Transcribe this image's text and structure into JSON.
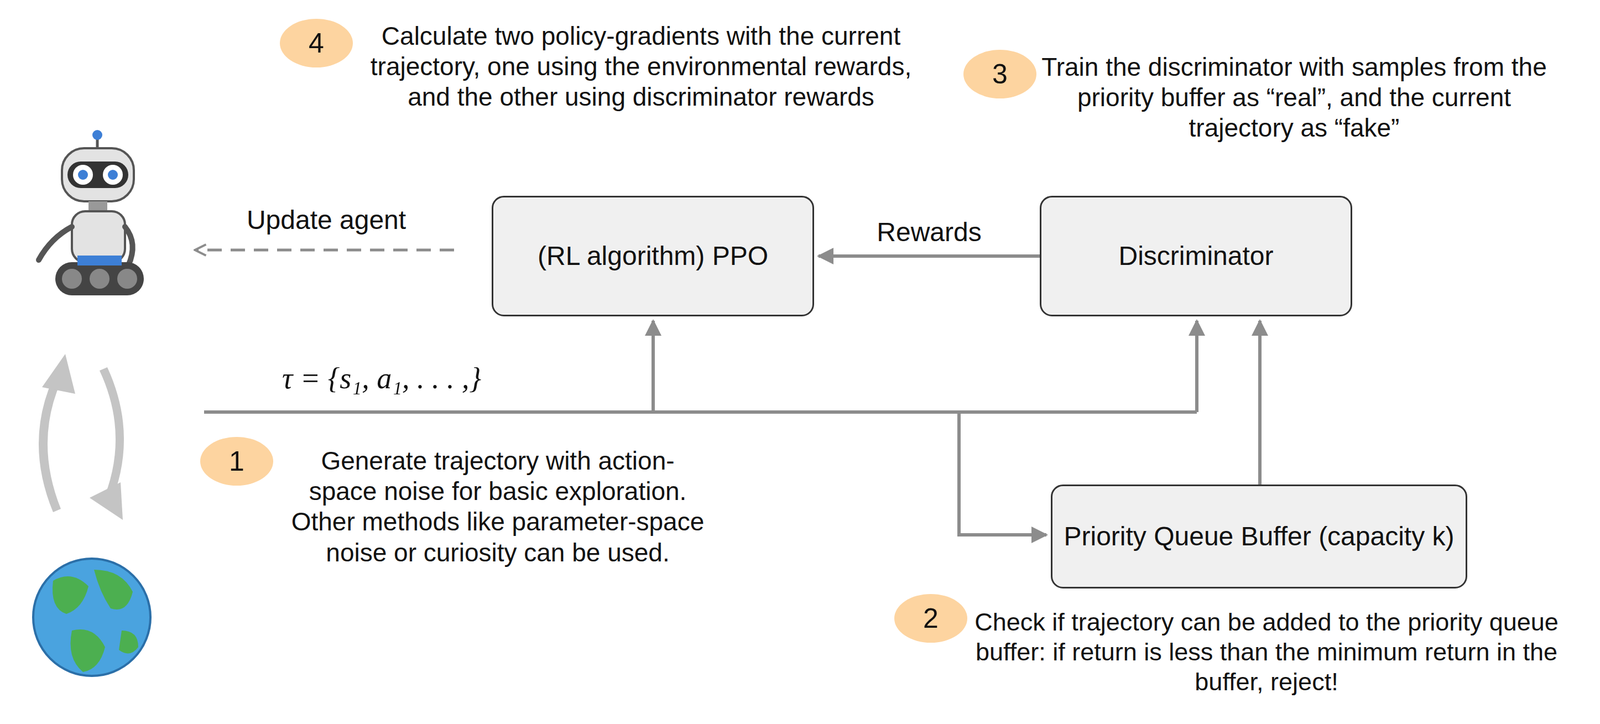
{
  "diagram": {
    "nodes": [
      {
        "text": [
          "(RL algorithm) PPO"
        ]
      },
      {
        "text": [
          "Discriminator"
        ]
      },
      {
        "text": [
          "Priority Queue Buffer (capacity k)"
        ]
      }
    ],
    "edges": [
      {
        "from": 1,
        "to": 0,
        "label": "Rewards",
        "arrow": "to"
      },
      {
        "from": 2,
        "to": 1,
        "arrow": "to"
      }
    ],
    "labels": [
      "4",
      "Calculate two policy-gradients with the current trajectory, one using the environmental rewards, and the other using discriminator rewards",
      "3",
      "Train the discriminator with samples from the priority buffer as “real”, and the current trajectory as “fake”",
      "Update agent",
      "τ = {s₁, a₁, . . . ,}",
      "1",
      "Generate trajectory with action-space noise for basic exploration. Other methods like parameter-space noise or curiosity can be used.",
      "2",
      "Check if trajectory can be added to the priority queue buffer: if return is less than the minimum return in the buffer, reject!"
    ]
  }
}
